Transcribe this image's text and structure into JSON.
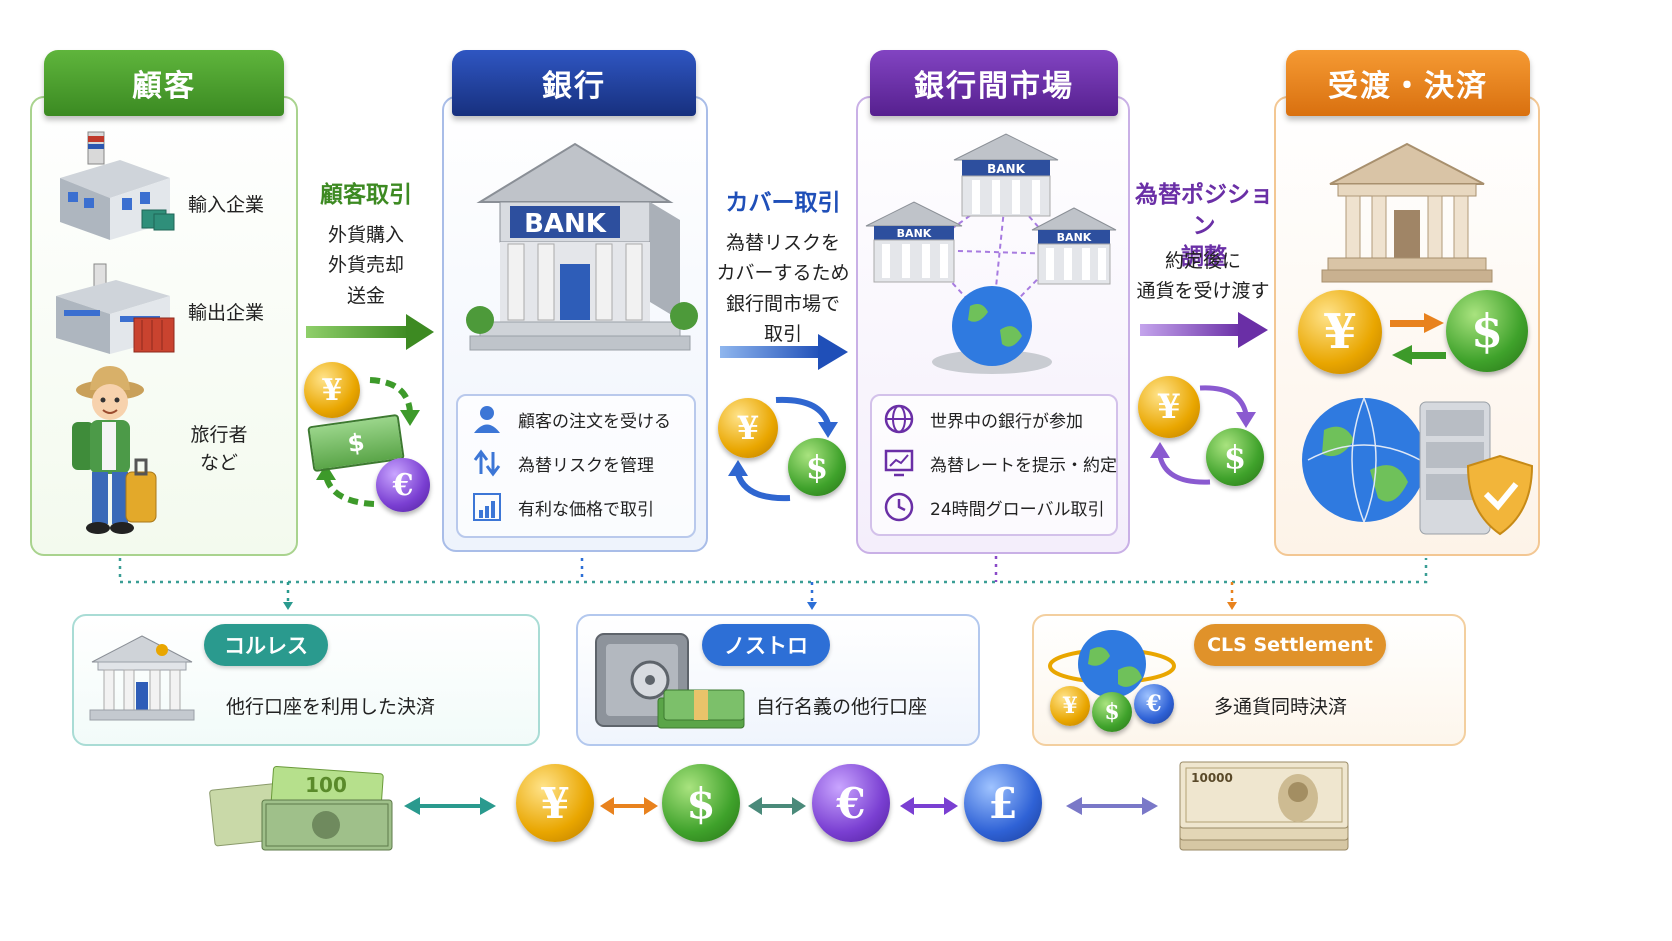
{
  "columns": {
    "customer": {
      "title": "顧客",
      "color": "#4a9a2f",
      "items": [
        "輸入企業",
        "輸出企業",
        "旅行者\nなど"
      ]
    },
    "bank": {
      "title": "銀行",
      "color": "#1f3f9e",
      "sign": "BANK",
      "info": [
        "顧客の注文を受ける",
        "為替リスクを管理",
        "有利な価格で取引"
      ]
    },
    "market": {
      "title": "銀行間市場",
      "color": "#6a2fa6",
      "signs": [
        "BANK",
        "BANK",
        "BANK"
      ],
      "info": [
        "世界中の銀行が参加",
        "為替レートを提示・約定",
        "24時間グローバル取引"
      ]
    },
    "settlement": {
      "title": "受渡・決済",
      "color": "#e8821e"
    }
  },
  "flows": {
    "customer_trade": {
      "title": "顧客取引",
      "text": "外貨購入\n外貨売却\n送金",
      "color": "#3d8a22"
    },
    "cover_trade": {
      "title": "カバー取引",
      "text": "為替リスクを\nカバーするため\n銀行間市場で\n取引",
      "color": "#1f4fb8"
    },
    "position_adjust": {
      "title": "為替ポジション\n調整",
      "text": "約定後に\n通貨を受け渡す",
      "color": "#6a2fa6"
    }
  },
  "methods": [
    {
      "name": "コルレス",
      "desc": "他行口座を利用した決済",
      "color": "#2a9a8e"
    },
    {
      "name": "ノストロ",
      "desc": "自行名義の他行口座",
      "color": "#2d6fd6"
    },
    {
      "name": "CLS Settlement",
      "desc": "多通貨同時決済",
      "color": "#e0922a"
    }
  ],
  "currencies": [
    "¥",
    "$",
    "€",
    "£"
  ],
  "banknotes": {
    "usd": "100",
    "jpy": "10000"
  }
}
